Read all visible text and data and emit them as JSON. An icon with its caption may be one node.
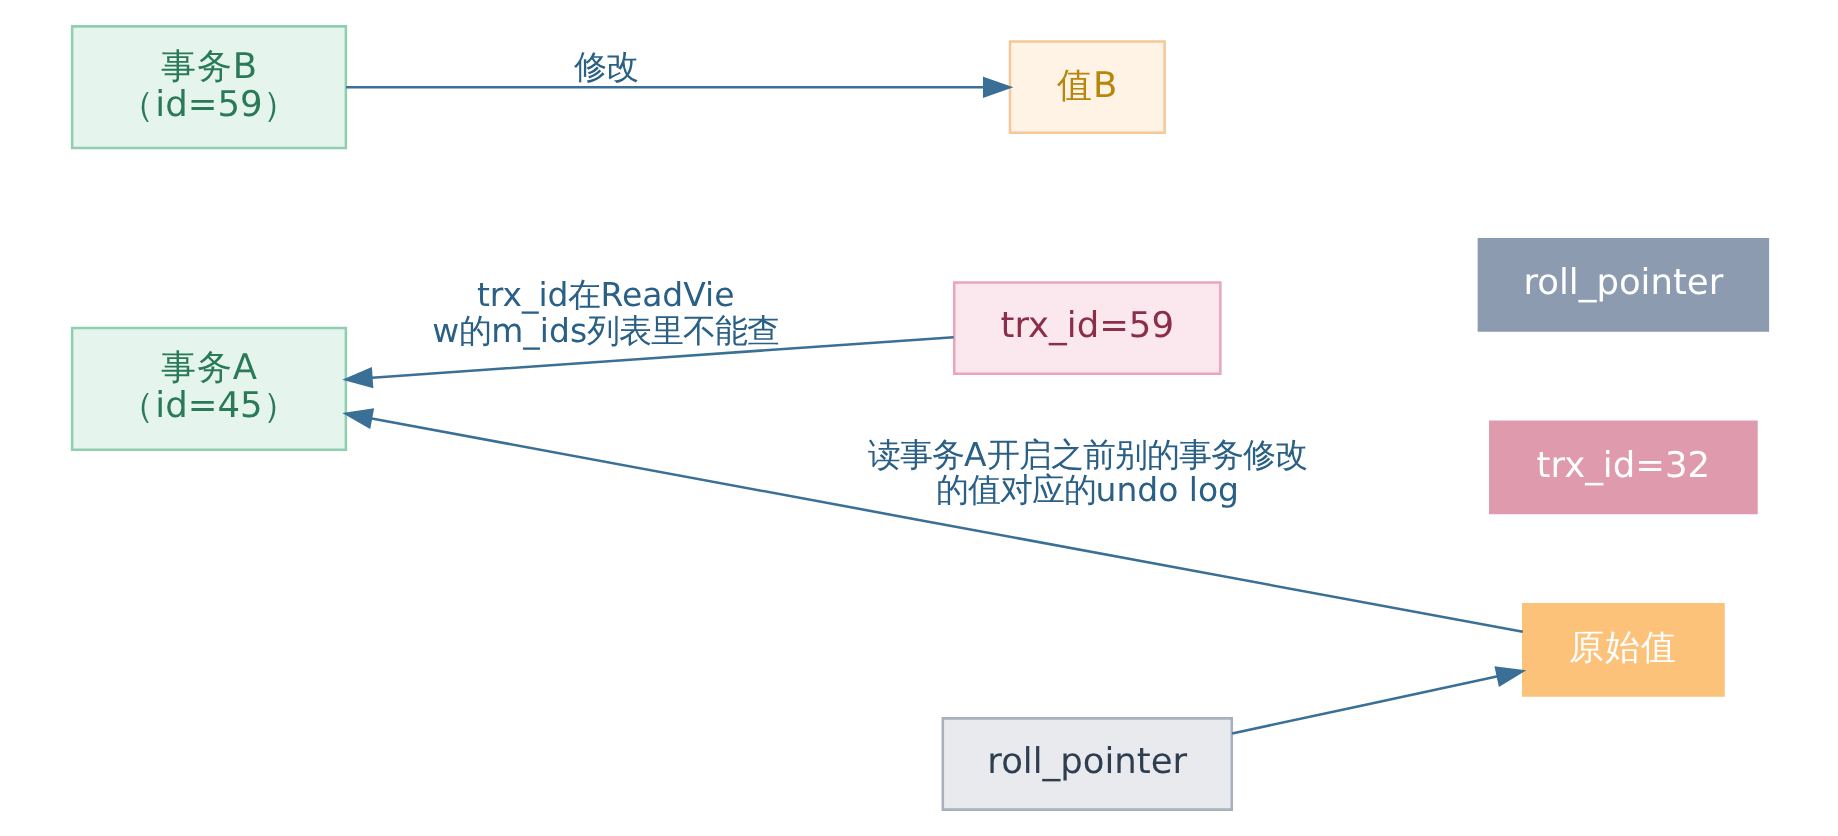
{
  "diagram": {
    "nodes": [
      {
        "text": [
          "事务A",
          "（id=45）"
        ]
      },
      {
        "text": [
          "事务B",
          "（id=59）"
        ]
      },
      {
        "text": [
          "值B"
        ]
      },
      {
        "text": [
          "trx_id=59"
        ]
      },
      {
        "text": [
          "roll_pointer"
        ]
      },
      {
        "text": [
          "原始值"
        ]
      },
      {
        "text": [
          "trx_id=32"
        ]
      },
      {
        "text": [
          "roll_pointer"
        ]
      }
    ],
    "edges": [
      {
        "from": 3,
        "to": 0,
        "arrow": "to",
        "label": "trx_id在ReadView的m_ids列表里不能查"
      },
      {
        "from": 1,
        "to": 2,
        "arrow": "to",
        "label": "修改"
      },
      {
        "from": 4,
        "to": 5,
        "arrow": "to"
      },
      {
        "from": 5,
        "to": 0,
        "arrow": "to",
        "label": "读事务A开启之前别的事务修改的值对应的undo log"
      }
    ]
  }
}
